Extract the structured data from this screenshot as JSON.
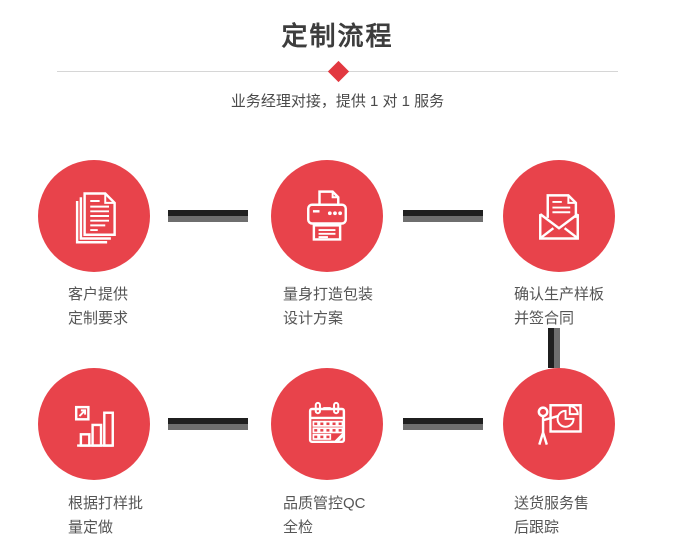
{
  "header": {
    "title": "定制流程",
    "subtitle": "业务经理对接，提供 1 对 1 服务"
  },
  "colors": {
    "accent_red": "#e8434b",
    "diamond_red": "#e23840",
    "connector_dark": "#1f1f1f",
    "connector_gray": "#6e6e6e",
    "title_text": "#3d3d3d",
    "label_text": "#555555",
    "divider": "#d6d6d6",
    "icon_stroke": "#ffffff"
  },
  "steps": [
    {
      "icon": "documents-icon",
      "line1": "客户提供",
      "line2": "定制要求"
    },
    {
      "icon": "printer-icon",
      "line1": "量身打造包装",
      "line2": "设计方案"
    },
    {
      "icon": "envelope-icon",
      "line1": "确认生产样板",
      "line2": "并签合同"
    },
    {
      "icon": "bar-chart-icon",
      "line1": "根据打样批",
      "line2": "量定做"
    },
    {
      "icon": "calendar-icon",
      "line1": "品质管控QC",
      "line2": "全检"
    },
    {
      "icon": "presentation-icon",
      "line1": "送货服务售",
      "line2": "后跟踪"
    }
  ]
}
